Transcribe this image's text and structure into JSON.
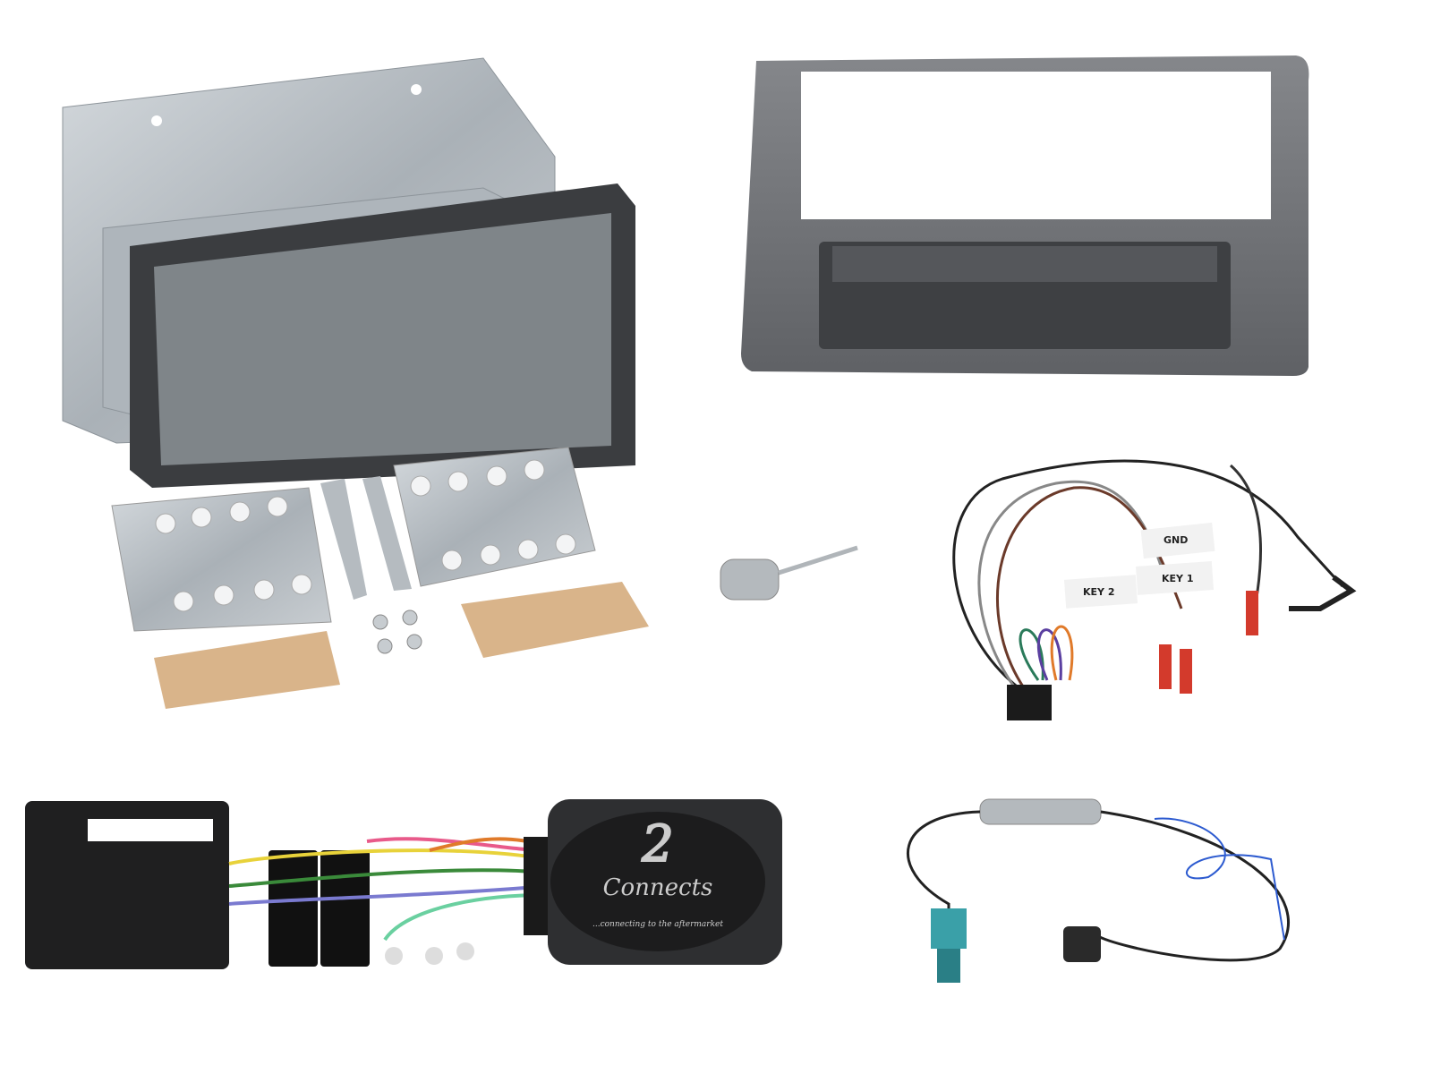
{
  "product": {
    "components": [
      "double-din-cage",
      "double-din-frame",
      "single-din-fascia-with-pocket",
      "mounting-brackets",
      "iso-antenna-adapter",
      "steering-harness-patch-lead",
      "steering-control-interface",
      "fakra-antenna-adapter"
    ],
    "colors": {
      "fascia": "#6f7175",
      "frame": "#3b3d40",
      "cage": "#b9bfc4",
      "interface": "#2e2f31",
      "fakra": "#3aa0a8",
      "plug_red": "#d33a2c"
    }
  },
  "harness_labels": {
    "gnd": "GND",
    "key1": "KEY 1",
    "key2": "KEY 2"
  },
  "interface": {
    "brand": "Connects",
    "brand_number": "2",
    "tagline": "...connecting to the aftermarket"
  }
}
